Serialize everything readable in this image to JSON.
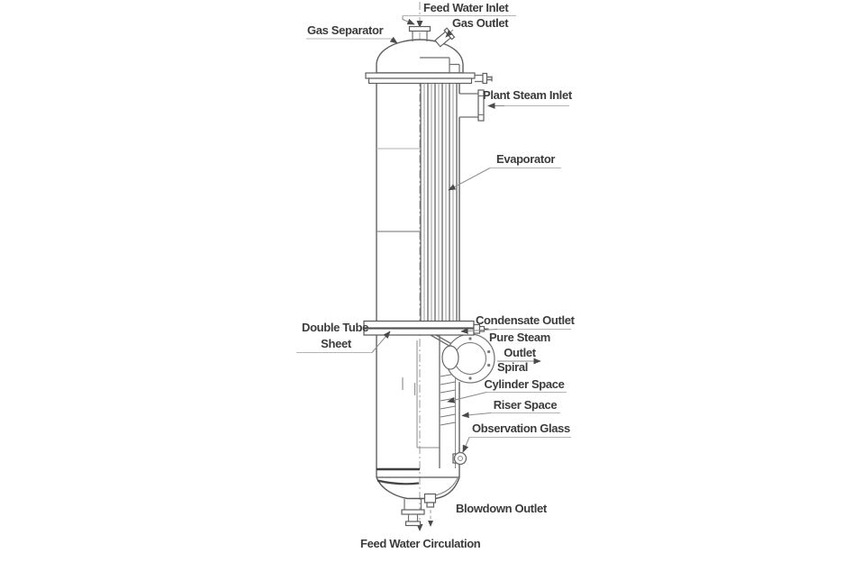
{
  "labels": {
    "feed_water_inlet": "Feed Water Inlet",
    "gas_outlet": "Gas Outlet",
    "gas_separator": "Gas Separator",
    "plant_steam_inlet": "Plant Steam Inlet",
    "evaporator": "Evaporator",
    "double_tube_sheet": {
      "line1": "Double Tube",
      "line2": "Sheet"
    },
    "condensate_outlet": "Condensate Outlet",
    "pure_steam_outlet": {
      "line1": "Pure Steam",
      "line2": "Outlet"
    },
    "spiral_cylinder_space": {
      "line1": "Spiral",
      "line2": "Cylinder Space"
    },
    "riser_space": "Riser Space",
    "observation_glass": "Observation Glass",
    "blowdown_outlet": "Blowdown Outlet",
    "feed_water_circulation": "Feed Water Circulation"
  },
  "colors": {
    "label_text": "#3b3b3b",
    "leader_line": "#8b8b8b",
    "underline": "#b5b5b5",
    "vessel_line": "#6e6e6e",
    "background": "#ffffff"
  }
}
